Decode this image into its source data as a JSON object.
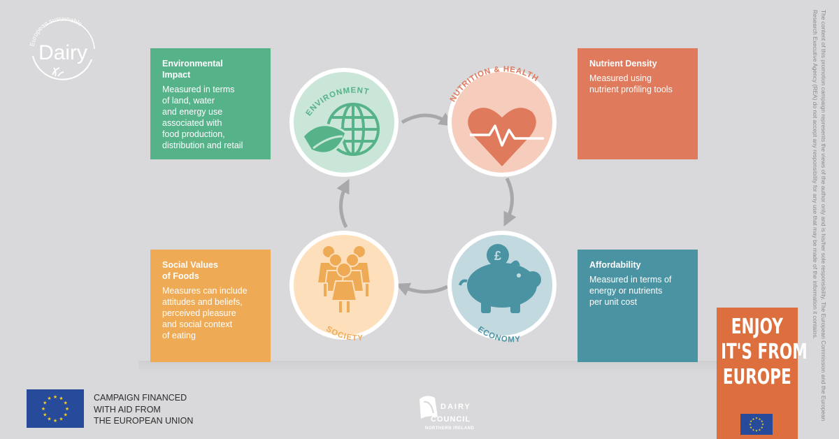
{
  "boxes": {
    "environmental": {
      "title": "Environmental\nImpact",
      "desc": "Measured in terms\nof land, water\nand energy use\nassociated with\nfood production,\ndistribution and retail",
      "color": "#56b288"
    },
    "nutrient": {
      "title": "Nutrient Density",
      "desc": "Measured using\nnutrient profiling tools",
      "color": "#df7a5d"
    },
    "social": {
      "title": "Social Values\nof Foods",
      "desc": "Measures can include\nattitudes and beliefs,\nperceived pleasure\nand social context\nof eating",
      "color": "#eeaa55"
    },
    "affordability": {
      "title": "Affordability",
      "desc": "Measured in terms of\nenergy or nutrients\nper unit cost",
      "color": "#4a93a2"
    }
  },
  "circles": {
    "environment": "ENVIRONMENT",
    "nutrition": "NUTRITION & HEALTH",
    "society": "SOCIETY",
    "economy": "ECONOMY",
    "currency_symbol": "£"
  },
  "logo": {
    "arc_text": "European sustainable",
    "word": "Dairy"
  },
  "eu": {
    "text": "CAMPAIGN FINANCED\nWITH AID FROM\nTHE EUROPEAN UNION",
    "flag_color": "#274a9a",
    "star_color": "#f4d21f"
  },
  "dairy_council": {
    "line1": "DAIRY",
    "line2": "COUNCIL",
    "line3": "NORTHERN IRELAND"
  },
  "disclaimer": "The content of this promotion campaign represents the views of the author only and is his/her sole responsibility. The European Commission and the European Research Executive Agency (REA) do not accept any responsibility for any use that may be made of the information it contains.",
  "enjoy": {
    "line1": "ENJOY",
    "line2": "IT'S FROM",
    "line3": "EUROPE",
    "color": "#dd6f3e"
  }
}
